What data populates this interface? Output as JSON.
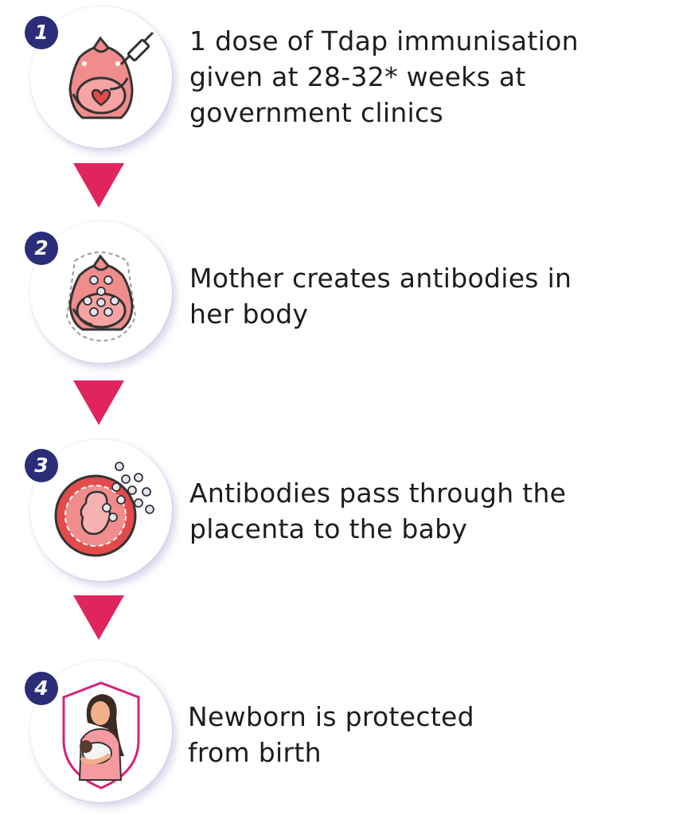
{
  "steps": [
    {
      "number": "1",
      "text": "1 dose of Tdap immunisation given at 28-32* weeks at government clinics",
      "icon": "pregnant-woman-vaccine-icon"
    },
    {
      "number": "2",
      "text": "Mother creates antibodies in her body",
      "icon": "pregnant-woman-antibodies-icon"
    },
    {
      "number": "3",
      "text": "Antibodies pass through the placenta to the baby",
      "icon": "placenta-fetus-antibodies-icon"
    },
    {
      "number": "4",
      "text": "Newborn is protected from birth",
      "icon": "mother-holding-newborn-shield-icon"
    }
  ],
  "colors": {
    "arrow": "#e0245e",
    "badge": "#2b2d79",
    "pink": "#f08c8c",
    "red": "#e34b4b",
    "outline": "#3a3a3a"
  }
}
